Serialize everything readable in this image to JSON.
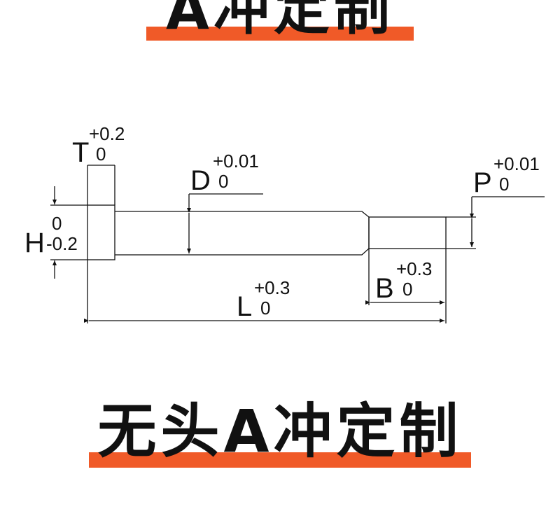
{
  "top_banner": {
    "title": "A冲定制"
  },
  "bottom_banner": {
    "title": "无头A冲定制"
  },
  "drawing": {
    "T": {
      "letter": "T",
      "upper": "+0.2",
      "lower": "0"
    },
    "D": {
      "letter": "D",
      "upper": "+0.01",
      "lower": "0"
    },
    "P": {
      "letter": "P",
      "upper": "+0.01",
      "lower": "0"
    },
    "H": {
      "letter": "H",
      "upper": "0",
      "lower": "-0.2"
    },
    "B": {
      "letter": "B",
      "upper": "+0.3",
      "lower": "0"
    },
    "L": {
      "letter": "L",
      "upper": "+0.3",
      "lower": "0"
    }
  },
  "colors": {
    "accent": "#f05a28",
    "ink": "#111111"
  }
}
